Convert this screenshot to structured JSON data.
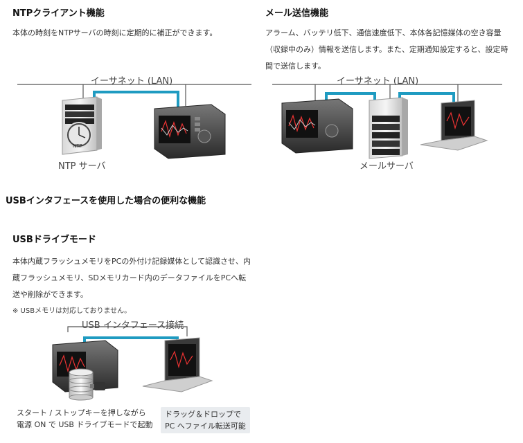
{
  "ntp": {
    "heading": "NTPクライアント機能",
    "description": "本体の時刻をNTPサーバの時刻に定期的に補正ができます。",
    "network_label": "イーサネット (LAN)",
    "server_label": "NTP サーバ",
    "server_badge": "NTP"
  },
  "mail": {
    "heading": "メール送信機能",
    "description": "アラーム、バッテリ低下、通信速度低下、本体各記憶媒体の空き容量（収録中のみ）情報を送信します。また、定期通知設定すると、設定時間で送信します。",
    "network_label": "イーサネット (LAN)",
    "server_label": "メールサーバ"
  },
  "usb_section": {
    "heading": "USBインタフェースを使用した場合の便利な機能"
  },
  "usb_drive": {
    "heading": "USBドライブモード",
    "description": "本体内蔵フラッシュメモリをPCの外付け記録媒体として認識させ、内蔵フラッシュメモリ、SDメモリカード内のデータファイルをPCへ転送や削除ができます。",
    "note": "※ USBメモリは対応しておりません。",
    "interface_label": "USB インタフェース接続",
    "callout_left_line1": "スタート / ストップキーを押しながら",
    "callout_left_line2": "電源 ON で USB ドライブモードで起動",
    "callout_right_line1": "ドラッグ＆ドロップで",
    "callout_right_line2": "PC へファイル転送可能"
  },
  "colors": {
    "link_line": "#1f9bc1",
    "network_line": "#555555"
  },
  "icons": [
    "clock-icon",
    "recorder-device-icon",
    "server-tower-icon",
    "laptop-icon",
    "database-icon",
    "usb-plug-icon"
  ]
}
